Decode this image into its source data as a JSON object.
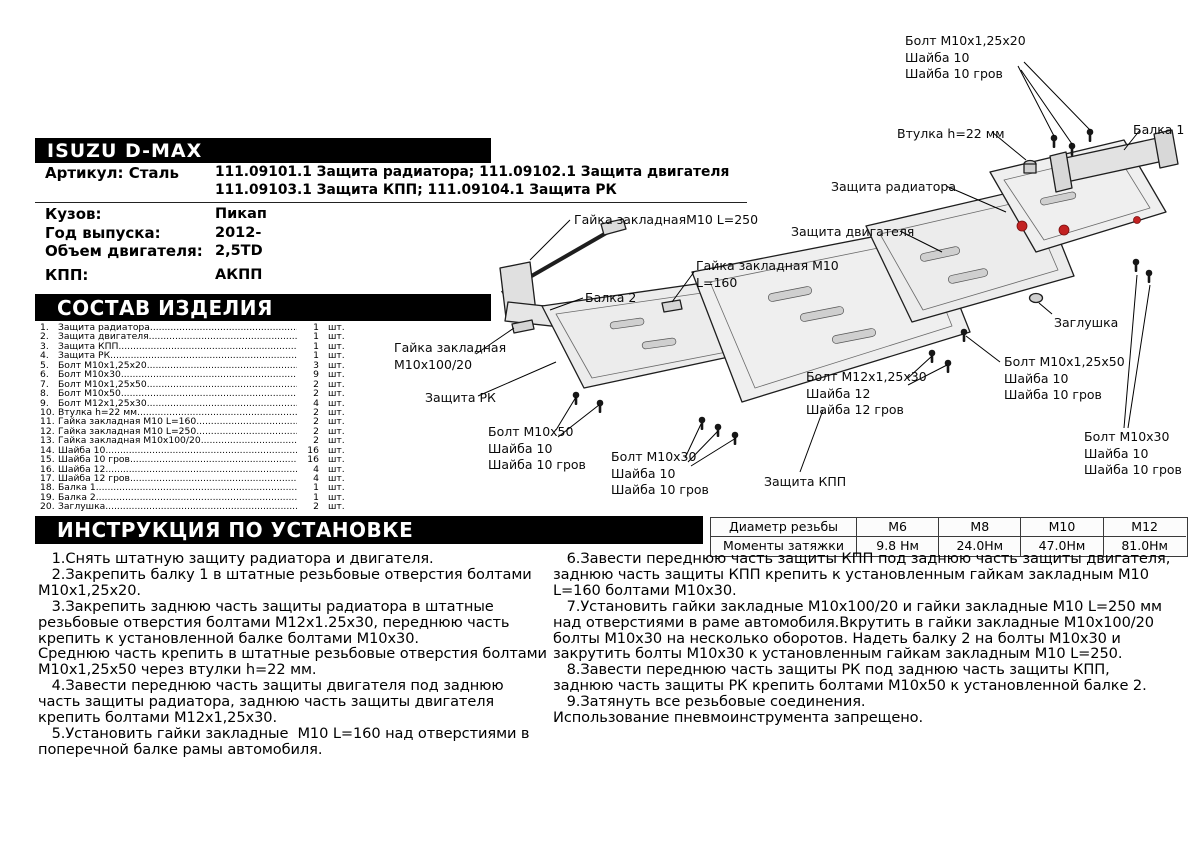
{
  "colors": {
    "banner_bg": "#000000",
    "accent_red": "#c32222"
  },
  "header": {
    "brand": "ISUZU D-MAX",
    "article_label": "Артикул: Сталь",
    "article_line1": "111.09101.1 Защита радиатора; 111.09102.1 Защита двигателя",
    "article_line2": "111.09103.1 Защита КПП; 111.09104.1 Защита РК",
    "specs": [
      {
        "label": "Кузов:",
        "value": "Пикап"
      },
      {
        "label": "Год выпуска:",
        "value": "2012-"
      },
      {
        "label": "Объем двигателя:",
        "value": "2,5TD"
      },
      {
        "label": "КПП:",
        "value": "АКПП"
      }
    ]
  },
  "composition": {
    "title": "СОСТАВ ИЗДЕЛИЯ",
    "items": [
      {
        "num": "1.",
        "name": "Защита радиатора",
        "qty": "1",
        "unit": "шт."
      },
      {
        "num": "2.",
        "name": "Защита двигателя",
        "qty": "1",
        "unit": "шт."
      },
      {
        "num": "3.",
        "name": "Защита КПП",
        "qty": "1",
        "unit": "шт."
      },
      {
        "num": "4.",
        "name": "Защита РК",
        "qty": "1",
        "unit": "шт."
      },
      {
        "num": "5.",
        "name": "Болт М10х1,25х20",
        "qty": "3",
        "unit": "шт."
      },
      {
        "num": "6.",
        "name": "Болт М10х30",
        "qty": "9",
        "unit": "шт."
      },
      {
        "num": "7.",
        "name": "Болт М10х1,25х50",
        "qty": "2",
        "unit": "шт."
      },
      {
        "num": "8.",
        "name": "Болт М10х50",
        "qty": "2",
        "unit": "шт."
      },
      {
        "num": "9.",
        "name": "Болт М12х1,25х30",
        "qty": "4",
        "unit": "шт."
      },
      {
        "num": "10.",
        "name": "Втулка h=22 мм",
        "qty": "2",
        "unit": "шт."
      },
      {
        "num": "11.",
        "name": "Гайка закладная М10 L=160",
        "qty": "2",
        "unit": "шт."
      },
      {
        "num": "12.",
        "name": "Гайка закладная М10 L=250",
        "qty": "2",
        "unit": "шт."
      },
      {
        "num": "13.",
        "name": "Гайка закладная М10х100/20",
        "qty": "2",
        "unit": "шт."
      },
      {
        "num": "14.",
        "name": "Шайба 10",
        "qty": "16",
        "unit": "шт."
      },
      {
        "num": "15.",
        "name": "Шайба 10 гров",
        "qty": "16",
        "unit": "шт."
      },
      {
        "num": "16.",
        "name": "Шайба 12",
        "qty": "4",
        "unit": "шт."
      },
      {
        "num": "17.",
        "name": "Шайба 12 гров",
        "qty": "4",
        "unit": "шт."
      },
      {
        "num": "18.",
        "name": "Балка 1",
        "qty": "1",
        "unit": "шт."
      },
      {
        "num": "19.",
        "name": "Балка 2",
        "qty": "1",
        "unit": "шт."
      },
      {
        "num": "20.",
        "name": "Заглушка",
        "qty": "2",
        "unit": "шт."
      }
    ]
  },
  "diagram": {
    "labels": [
      {
        "name": "bolt-m10x1-25x20-callout",
        "lines": [
          "Болт М10х1,25х20",
          "Шайба 10",
          "Шайба 10 гров"
        ]
      },
      {
        "name": "bushing-callout",
        "lines": [
          "Втулка h=22 мм"
        ]
      },
      {
        "name": "beam1-callout",
        "lines": [
          "Балка 1"
        ]
      },
      {
        "name": "radiator-guard-callout",
        "lines": [
          "Защита радиатора"
        ]
      },
      {
        "name": "engine-guard-callout",
        "lines": [
          "Защита двигателя"
        ]
      },
      {
        "name": "rivet-nut-l250-callout",
        "lines": [
          "Гайка закладнаяМ10 L=250"
        ]
      },
      {
        "name": "rivet-nut-l160-callout",
        "lines": [
          "Гайка закладная М10",
          "L=160"
        ]
      },
      {
        "name": "beam2-callout",
        "lines": [
          "Балка 2"
        ]
      },
      {
        "name": "rivet-nut-m10x100-callout",
        "lines": [
          "Гайка закладная",
          "М10х100/20"
        ]
      },
      {
        "name": "transfer-guard-callout",
        "lines": [
          "Защита РК"
        ]
      },
      {
        "name": "bolt-m10x50-callout",
        "lines": [
          "Болт М10х50",
          "Шайба 10",
          "Шайба 10 гров"
        ]
      },
      {
        "name": "bolt-m10x30-left-callout",
        "lines": [
          "Болт М10х30",
          "Шайба 10",
          "Шайба 10 гров"
        ]
      },
      {
        "name": "gearbox-guard-callout",
        "lines": [
          "Защита КПП"
        ]
      },
      {
        "name": "bolt-m12x1-25x30-callout",
        "lines": [
          "Болт М12х1,25х30",
          "Шайба 12",
          "Шайба 12 гров"
        ]
      },
      {
        "name": "plug-callout",
        "lines": [
          "Заглушка"
        ]
      },
      {
        "name": "bolt-m10x1-25x50-callout",
        "lines": [
          "Болт М10х1,25х50",
          "Шайба 10",
          "Шайба 10 гров"
        ]
      },
      {
        "name": "bolt-m10x30-right-callout",
        "lines": [
          "Болт М10х30",
          "Шайба 10",
          "Шайба 10 гров"
        ]
      }
    ]
  },
  "torque_table": {
    "row1": [
      "Диаметр резьбы",
      "М6",
      "М8",
      "М10",
      "М12"
    ],
    "row2": [
      "Моменты затяжки",
      "9.8 Нм",
      "24.0Нм",
      "47.0Нм",
      "81.0Нм"
    ]
  },
  "instructions": {
    "title": "ИНСТРУКЦИЯ ПО УСТАНОВКЕ",
    "col1": [
      "   1.Снять штатную защиту радиатора и двигателя.",
      "   2.Закрепить балку 1 в штатные резьбовые отверстия болтами М10х1,25х20.",
      "   3.Закрепить заднюю часть защиты радиатора в штатные резьбовые отверстия болтами М12х1.25х30, переднюю часть крепить к установленной балке болтами М10х30.",
      "Среднюю часть крепить в штатные резьбовые отверстия болтами М10х1,25х50 через втулки h=22 мм.",
      "   4.Завести переднюю часть защиты двигателя под заднюю часть защиты радиатора, заднюю часть защиты двигателя крепить болтами М12х1,25х30.",
      "   5.Установить гайки закладные  М10 L=160 над отверстиями в поперечной балке рамы автомобиля."
    ],
    "col2": [
      "   6.Завести переднюю часть защиты КПП под заднюю часть защиты двигателя, заднюю часть защиты КПП крепить к установленным гайкам закладным М10 L=160 болтами М10х30.",
      "   7.Установить гайки закладные М10х100/20 и гайки закладные М10 L=250 мм над отверстиями в раме автомобиля.Вкрутить в гайки закладные М10х100/20 болты М10х30 на несколько оборотов. Надеть балку 2 на болты М10х30 и закрутить болты М10х30 к установленным гайкам закладным М10 L=250.",
      "   8.Завести переднюю часть защиты РК под заднюю часть защиты КПП, заднюю часть защиты РК крепить болтами М10х50 к установленной балке 2.",
      "   9.Затянуть все резьбовые соединения.",
      "Использование пневмоинструмента запрещено."
    ]
  }
}
